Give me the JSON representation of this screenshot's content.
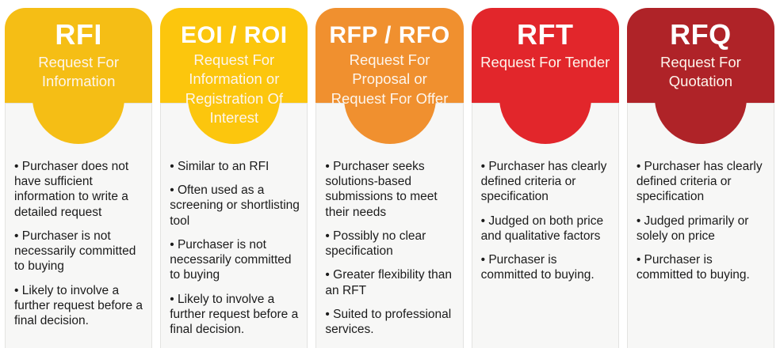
{
  "style": {
    "page_background": "#FFFFFF",
    "card_body_background": "#F7F7F6",
    "card_border": "#E3E3E1",
    "body_text_color": "#1B1B1B",
    "header_text_color": "#FFFFFF"
  },
  "columns": [
    {
      "id": "rfi",
      "title": "RFI",
      "subtitle": "Request For Information",
      "color": "#F5BE15",
      "bullets": [
        "Purchaser does not have sufficient information to write a detailed request",
        "Purchaser is not necessarily committed to buying",
        "Likely to involve a further request before a final decision."
      ]
    },
    {
      "id": "eoi-roi",
      "title": "EOI / ROI",
      "subtitle": "Request For Information or Registration Of Interest",
      "color": "#FCC60D",
      "bullets": [
        "Similar to an RFI",
        "Often used as a screening or shortlisting tool",
        "Purchaser is not necessarily committed to buying",
        "Likely to involve a further request before a final decision."
      ]
    },
    {
      "id": "rfp-rfo",
      "title": "RFP / RFO",
      "subtitle": "Request For Proposal or Request For Offer",
      "color": "#F0902F",
      "bullets": [
        "Purchaser seeks solutions-based submissions to meet their needs",
        "Possibly no clear specification",
        "Greater flexibility than an RFT",
        "Suited to professional services."
      ]
    },
    {
      "id": "rft",
      "title": "RFT",
      "subtitle": "Request For Tender",
      "color": "#E2262B",
      "bullets": [
        "Purchaser has clearly defined criteria or specification",
        "Judged on both price and qualitative factors",
        "Purchaser is committed to buying."
      ]
    },
    {
      "id": "rfq",
      "title": "RFQ",
      "subtitle": "Request For Quotation",
      "color": "#AF2328",
      "bullets": [
        "Purchaser has clearly defined criteria or specification",
        "Judged primarily or solely on price",
        "Purchaser is committed to buying."
      ]
    }
  ]
}
